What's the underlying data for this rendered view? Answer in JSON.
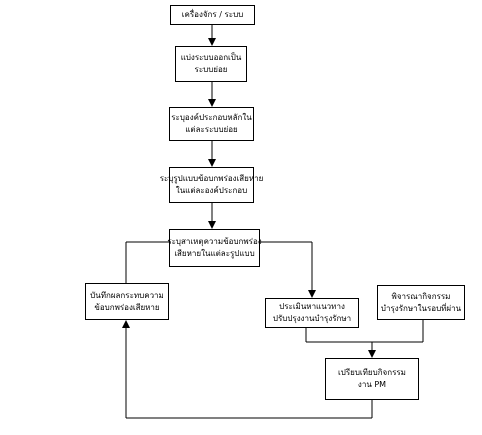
{
  "flowchart": {
    "step_1": {
      "line_1": "เครื่องจักร / ระบบ",
      "line_2": ""
    },
    "step_2": {
      "line_1": "แบ่งระบบออกเป็น",
      "line_2": "ระบบย่อย"
    },
    "step_3": {
      "line_1": "ระบุองค์ประกอบหลักใน",
      "line_2": "แต่ละระบบย่อย"
    },
    "step_4": {
      "line_1": "ระบุรูปแบบข้อบกพร่องเสียหาย",
      "line_2": "ในแต่ละองค์ประกอบ"
    },
    "step_5": {
      "line_1": "ระบุสาเหตุความข้อบกพร่อง",
      "line_2": "เสียหายในแต่ละรูปแบบ"
    },
    "step_6": {
      "line_1": "บันทึกผลกระทบความ",
      "line_2": "ข้อบกพร่องเสียหาย"
    },
    "step_7": {
      "line_1": "ประเมินหาแนวทาง",
      "line_2": "ปรับปรุงงานบำรุงรักษา"
    },
    "step_8": {
      "line_1": "พิจารณากิจกรรม",
      "line_2": "บำรุงรักษาในรอบที่ผ่าน"
    },
    "step_9": {
      "line_1": "เปรียบเทียบกิจกรรม",
      "line_2": "งาน PM"
    }
  }
}
